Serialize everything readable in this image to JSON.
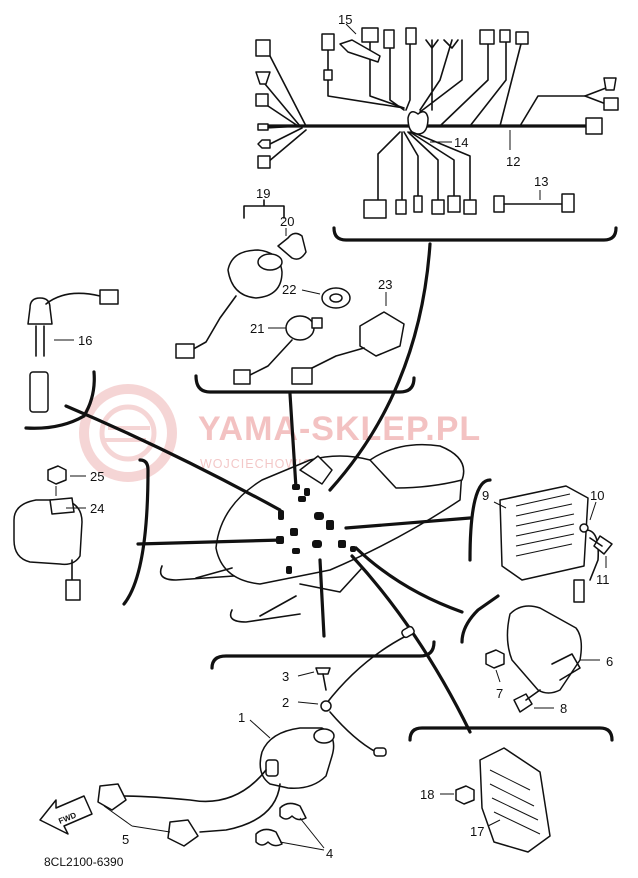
{
  "watermark": {
    "title": "YAMA-SKLEP.PL",
    "subtitle": "WOJCIECHOWICZ - DEALER YAMAHA"
  },
  "diagram_code": "8CL2100-6390",
  "fwd_label": "FWD",
  "callouts": {
    "n1": "1",
    "n2": "2",
    "n3": "3",
    "n4": "4",
    "n5": "5",
    "n6": "6",
    "n7": "7",
    "n8": "8",
    "n9": "9",
    "n10": "10",
    "n11": "11",
    "n12": "12",
    "n13": "13",
    "n14": "14",
    "n15": "15",
    "n16": "16",
    "n17": "17",
    "n18": "18",
    "n19": "19",
    "n20": "20",
    "n21": "21",
    "n22": "22",
    "n23": "23",
    "n24": "24",
    "n25": "25"
  }
}
